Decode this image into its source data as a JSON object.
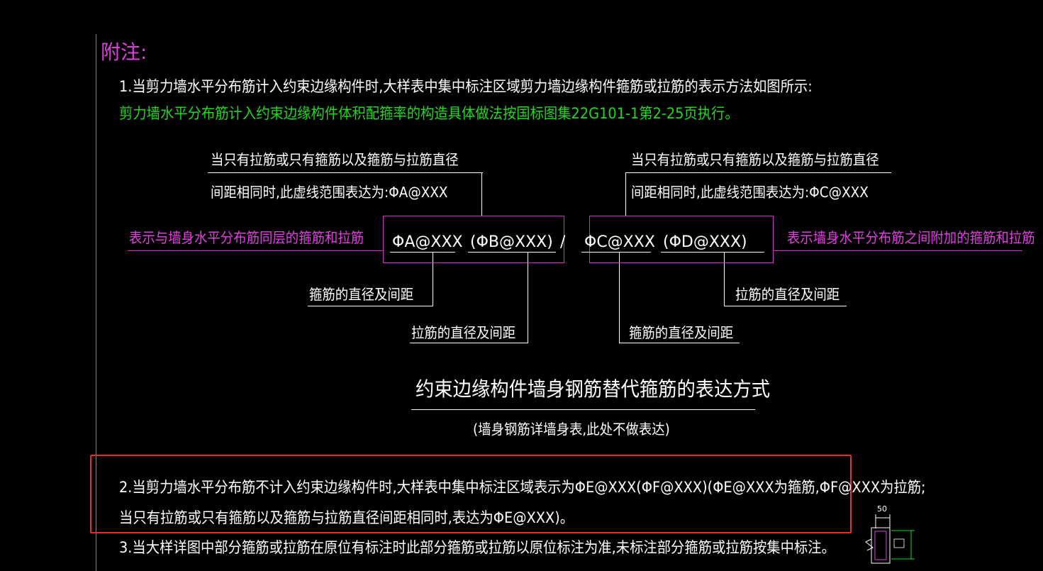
{
  "note_title": "附注:",
  "item1": {
    "line1": "1.当剪力墙水平分布筋计入约束边缘构件时,大样表中集中标注区域剪力墙边缘构件箍筋或拉筋的表示方法如图所示:",
    "line2": "剪力墙水平分布筋计入约束边缘构件体积配箍率的构造具体做法按国标图集22G101-1第2-25页执行。"
  },
  "diagram": {
    "left_top_line1": "当只有拉筋或只有箍筋以及箍筋与拉筋直径",
    "left_top_line2": "间距相同时,此虚线范围表达为:ΦA@XXX",
    "right_top_line1": "当只有拉筋或只有箍筋以及箍筋与拉筋直径",
    "right_top_line2": "间距相同时,此虚线范围表达为:ΦC@XXX",
    "left_side_label": "表示与墙身水平分布筋同层的箍筋和拉筋",
    "right_side_label": "表示墙身水平分布筋之间附加的箍筋和拉筋",
    "formula_a": "ΦA@XXX",
    "formula_b": "(ΦB@XXX)",
    "slash": "/",
    "formula_c": "ΦC@XXX",
    "formula_d": "(ΦD@XXX)",
    "label_stirrup_left": "箍筋的直径及间距",
    "label_tie_left": "拉筋的直径及间距",
    "label_tie_right": "拉筋的直径及间距",
    "label_stirrup_right": "箍筋的直径及间距",
    "caption": "约束边缘构件墙身钢筋替代箍筋的表达方式",
    "subcaption": "(墙身钢筋详墙身表,此处不做表达)"
  },
  "item2": {
    "line1": "2.当剪力墙水平分布筋不计入约束边缘构件时,大样表中集中标注区域表示为ΦE@XXX(ΦF@XXX)(ΦE@XXX为箍筋,ΦF@XXX为拉筋;",
    "line2": "当只有拉筋或只有箍筋以及箍筋与拉筋直径间距相同时,表达为ΦE@XXX)。"
  },
  "item3": {
    "line1": "3.当大样详图中部分箍筋或拉筋在原位有标注时此部分箍筋或拉筋以原位标注为准,未标注部分箍筋或拉筋按集中标注。"
  },
  "detail_dim": "50",
  "colors": {
    "white": "#ffffff",
    "green": "#22d622",
    "magenta": "#e040e0",
    "highlight": "#e03030"
  }
}
